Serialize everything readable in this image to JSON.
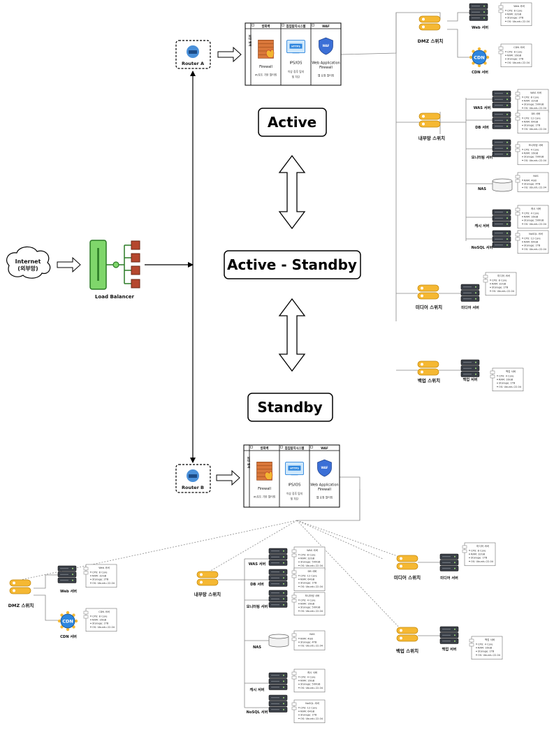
{
  "states": {
    "active": "Active",
    "active_standby": "Active - Standby",
    "standby": "Standby"
  },
  "internet": {
    "line1": "Internet",
    "line2": "(외부망)"
  },
  "load_balancer": "Load Balancer",
  "routers": {
    "a": "Router A",
    "b": "Router B"
  },
  "security": {
    "col_labels": [
      "방화벽",
      "침입탐지시스템",
      "WAF"
    ],
    "side_label": "보안 영역",
    "firewall": {
      "name": "Firewall",
      "desc": "IP/포트 기반 필터링"
    },
    "ips": {
      "name": "IPS/IDS",
      "desc1": "이상 징후 탐지",
      "desc2": "및 차단"
    },
    "waf": {
      "name1": "Web Application",
      "name2": "Firewall",
      "desc": "웹 요청 필터링"
    }
  },
  "switches": {
    "dmz": "DMZ 스위치",
    "internal": "내부망 스위치",
    "media": "미디어 스위치",
    "backup": "백업 스위치"
  },
  "servers": {
    "web": "Web 서버",
    "cdn": "CDN 서버",
    "was": "WAS 서버",
    "db": "DB 서버",
    "monitor": "모니터링 서버",
    "nas": "NAS",
    "cache": "캐시 서버",
    "nosql": "NoSQL 서버",
    "media": "미디어 서버",
    "backup": "백업 서버"
  },
  "specs": {
    "web": {
      "title": "Web 서버",
      "items": [
        "CPU: 8 Core",
        "RAM: 32GB",
        "Storage: 2TB",
        "OS: Ubuntu 22.04"
      ]
    },
    "cdn": {
      "title": "CDN 서버",
      "items": [
        "CPU: 8 Core",
        "RAM: 16GB",
        "Storage: 1TB",
        "OS: Ubuntu 22.04"
      ]
    },
    "was": {
      "title": "WAS 서버",
      "items": [
        "CPU: 8 Core",
        "RAM: 32GB",
        "Storage: 500GB",
        "OS: Ubuntu 22.04"
      ]
    },
    "db": {
      "title": "DB 서버",
      "items": [
        "CPU: 12 Core",
        "RAM: 64GB",
        "Storage: 1TB",
        "OS: Ubuntu 22.04"
      ]
    },
    "monitor": {
      "title": "모니터링 서버",
      "items": [
        "CPU: 4 Core",
        "RAM: 16GB",
        "Storage: 500GB",
        "OS: Ubuntu 22.04"
      ]
    },
    "nas": {
      "title": "NAS",
      "items": [
        "RAM: 4GB",
        "Storage: 4TB",
        "OS: Ubuntu 22.04"
      ]
    },
    "cache": {
      "title": "캐시 서버",
      "items": [
        "CPU: 4 Core",
        "RAM: 16GB",
        "Storage: 500GB",
        "OS: Ubuntu 22.04"
      ]
    },
    "nosql": {
      "title": "NoSQL 서버",
      "items": [
        "CPU: 12 Core",
        "RAM: 64GB",
        "Storage: 1TB",
        "OS: Ubuntu 22.04"
      ]
    },
    "media": {
      "title": "미디어 서버",
      "items": [
        "CPU: 8 Core",
        "RAM: 32GB",
        "Storage: 1TB",
        "OS: Ubuntu 22.04"
      ]
    },
    "backup": {
      "title": "백업 서버",
      "items": [
        "CPU: 4 Core",
        "RAM: 16GB",
        "Storage: 1TB",
        "OS: Ubuntu 22.04"
      ]
    }
  },
  "colors": {
    "switch": "#f5b833",
    "lb": "#7fd66b",
    "lb_port": "#b5472e",
    "router": "#4a90d9",
    "cdn": "#2e86de",
    "server": "#3a3f47"
  }
}
